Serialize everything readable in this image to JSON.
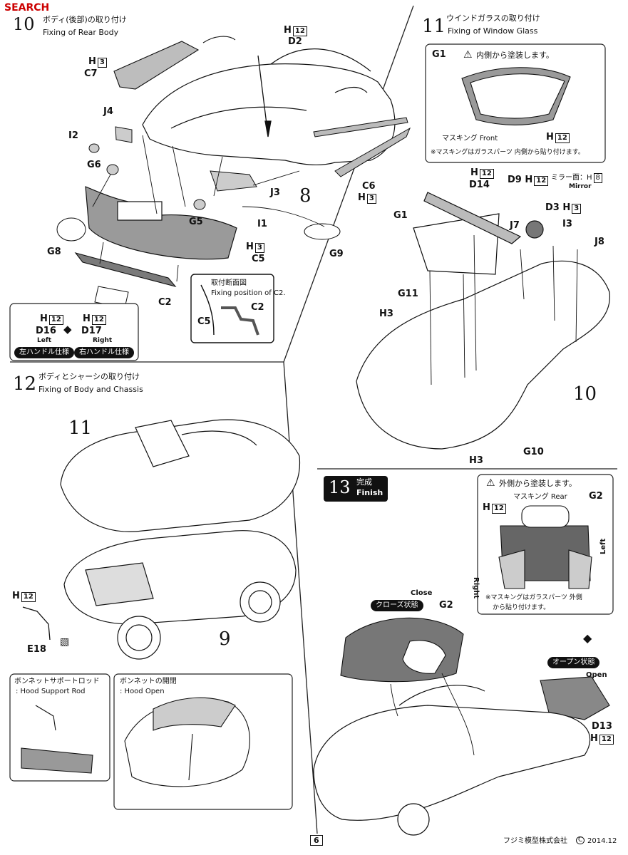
{
  "watermark": "SEARCH",
  "page_number": "6",
  "footer": {
    "company": "フジミ模型株式会社",
    "copyright_symbol": "C",
    "date": "2014.12"
  },
  "step10": {
    "number": "10",
    "title_jp": "ボディ(後部)の取り付け",
    "title_en": "Fixing of Rear Body",
    "body_number": "8",
    "labels": {
      "h12": "H",
      "h12_num": "12",
      "d2": "D2",
      "h3": "H",
      "h3_num": "3",
      "c7": "C7",
      "j4": "J4",
      "i2": "I2",
      "g6": "G6",
      "c6": "C6",
      "h3b": "H",
      "h3b_num": "3",
      "j3": "J3",
      "g5": "G5",
      "i1": "I1",
      "g8": "G8",
      "h3c": "H",
      "h3c_num": "3",
      "c5": "C5",
      "g9": "G9",
      "c2": "C2"
    },
    "section_jp": "取付断面図",
    "section_en": "Fixing position of C2.",
    "section_c5": "C5",
    "section_c2": "C2",
    "plates": {
      "h_left": "H",
      "h_left_num": "12",
      "d16": "D16",
      "left": "Left",
      "h_right": "H",
      "h_right_num": "12",
      "d17": "D17",
      "right": "Right",
      "left_spec": "左ハンドル仕様",
      "right_spec": "右ハンドル仕様"
    }
  },
  "step11": {
    "number": "11",
    "title_jp": "ウインドガラスの取り付け",
    "title_en": "Fixing of Window Glass",
    "glass_label": "G1",
    "warning": "内側から塗装します。",
    "masking": "マスキング Front",
    "glass_h": "H",
    "glass_h_num": "12",
    "note": "※マスキングはガラスパーツ 内側から貼り付けます。",
    "labels": {
      "h12": "H",
      "h12_num": "12",
      "d14": "D14",
      "d9": "D9",
      "d9_h": "H",
      "d9_h_num": "12",
      "mirror_face": "ミラー面：H",
      "mirror_face_num": "8",
      "mirror": "Mirror",
      "d3": "D3",
      "d3_h": "H",
      "d3_h_num": "3",
      "g1": "G1",
      "j7": "J7",
      "i3": "I3",
      "j8": "J8",
      "g11": "G11",
      "h3": "H3",
      "h3b": "H3",
      "g10": "G10"
    },
    "body_number": "10"
  },
  "step12": {
    "number": "12",
    "title_jp": "ボディとシャーシの取り付け",
    "title_en": "Fixing of Body and Chassis",
    "body_number": "11",
    "chassis_number": "9",
    "h12": "H",
    "h12_num": "12",
    "e18": "E18",
    "rod_jp": "ボンネットサポートロッド",
    "rod_en": ": Hood Support Rod",
    "open_jp": "ボンネットの開閉",
    "open_en": ": Hood Open"
  },
  "step13": {
    "number": "13",
    "title_jp": "完成",
    "title_en": "Finish",
    "warning": "外側から塗装します。",
    "masking": "マスキング Rear",
    "g2": "G2",
    "h12": "H",
    "h12_num": "12",
    "right": "Right",
    "left": "Left",
    "note1": "※マスキングはガラスパーツ 外側",
    "note2": "から貼り付けます。",
    "close_en": "Close",
    "close_jp": "クローズ状態",
    "g2b": "G2",
    "open_jp": "オープン状態",
    "open_en": "Open",
    "d13": "D13",
    "d13_h": "H",
    "d13_h_num": "12"
  },
  "colors": {
    "ink": "#111111",
    "tone": "#9a9a9a",
    "dark_tone": "#555555"
  }
}
